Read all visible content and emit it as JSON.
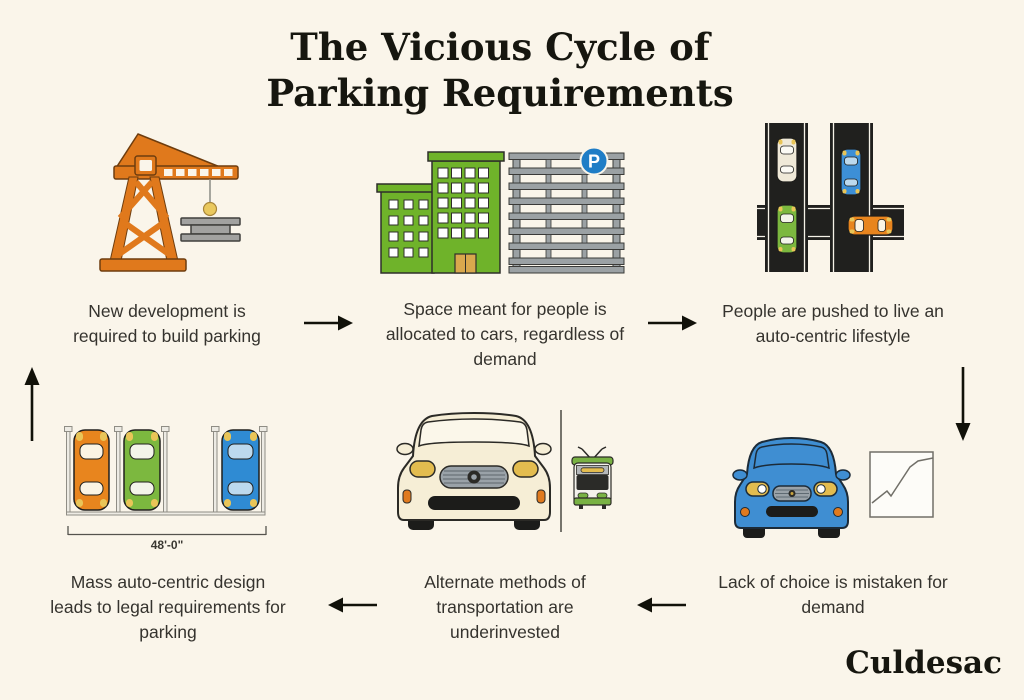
{
  "page": {
    "title_line1": "The Vicious Cycle of",
    "title_line2": "Parking Requirements",
    "brand": "Culdesac"
  },
  "steps": [
    {
      "icon": "construction-crane",
      "label": "New development is required to build parking"
    },
    {
      "icon": "buildings-and-parking-garage",
      "label": "Space meant for people is allocated to cars, regardless of demand"
    },
    {
      "icon": "roads-with-cars",
      "label": "People are pushed to live an auto-centric lifestyle"
    },
    {
      "icon": "car-and-demand-chart",
      "label": "Lack of choice is mistaken for demand"
    },
    {
      "icon": "car-versus-tram",
      "label": "Alternate methods of transportation are underinvested"
    },
    {
      "icon": "parking-spaces",
      "label": "Mass auto-centric design leads to legal requirements for parking"
    }
  ],
  "annotations": {
    "parking_sign_letter": "P",
    "parking_width": "48'-0\""
  },
  "colors": {
    "background": "#FAF5EA",
    "text": "#35332E",
    "accent_orange": "#E0791C",
    "accent_green": "#6FB32A",
    "accent_blue": "#2F8BD3",
    "road_black": "#20201E",
    "parking_sign_blue": "#1F7DC6"
  }
}
